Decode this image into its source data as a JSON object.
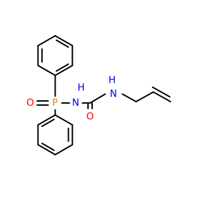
{
  "colors": {
    "background": "#ffffff",
    "bond": "#000000",
    "phosphorus": "#ff8000",
    "oxygen": "#ff0000",
    "nitrogen": "#0000ff"
  },
  "atoms": {
    "p": {
      "text": "P",
      "element": "phosphorus"
    },
    "o_phosphoryl": {
      "text": "O",
      "element": "oxygen"
    },
    "nh_phosphoramide": {
      "text": "H",
      "element": "nitrogen"
    },
    "n_phosphoramide": {
      "text": "N",
      "element": "nitrogen"
    },
    "nh_allyl": {
      "text": "H",
      "element": "nitrogen"
    },
    "n_allyl": {
      "text": "N",
      "element": "nitrogen"
    },
    "o_carbonyl": {
      "text": "O",
      "element": "oxygen"
    }
  }
}
